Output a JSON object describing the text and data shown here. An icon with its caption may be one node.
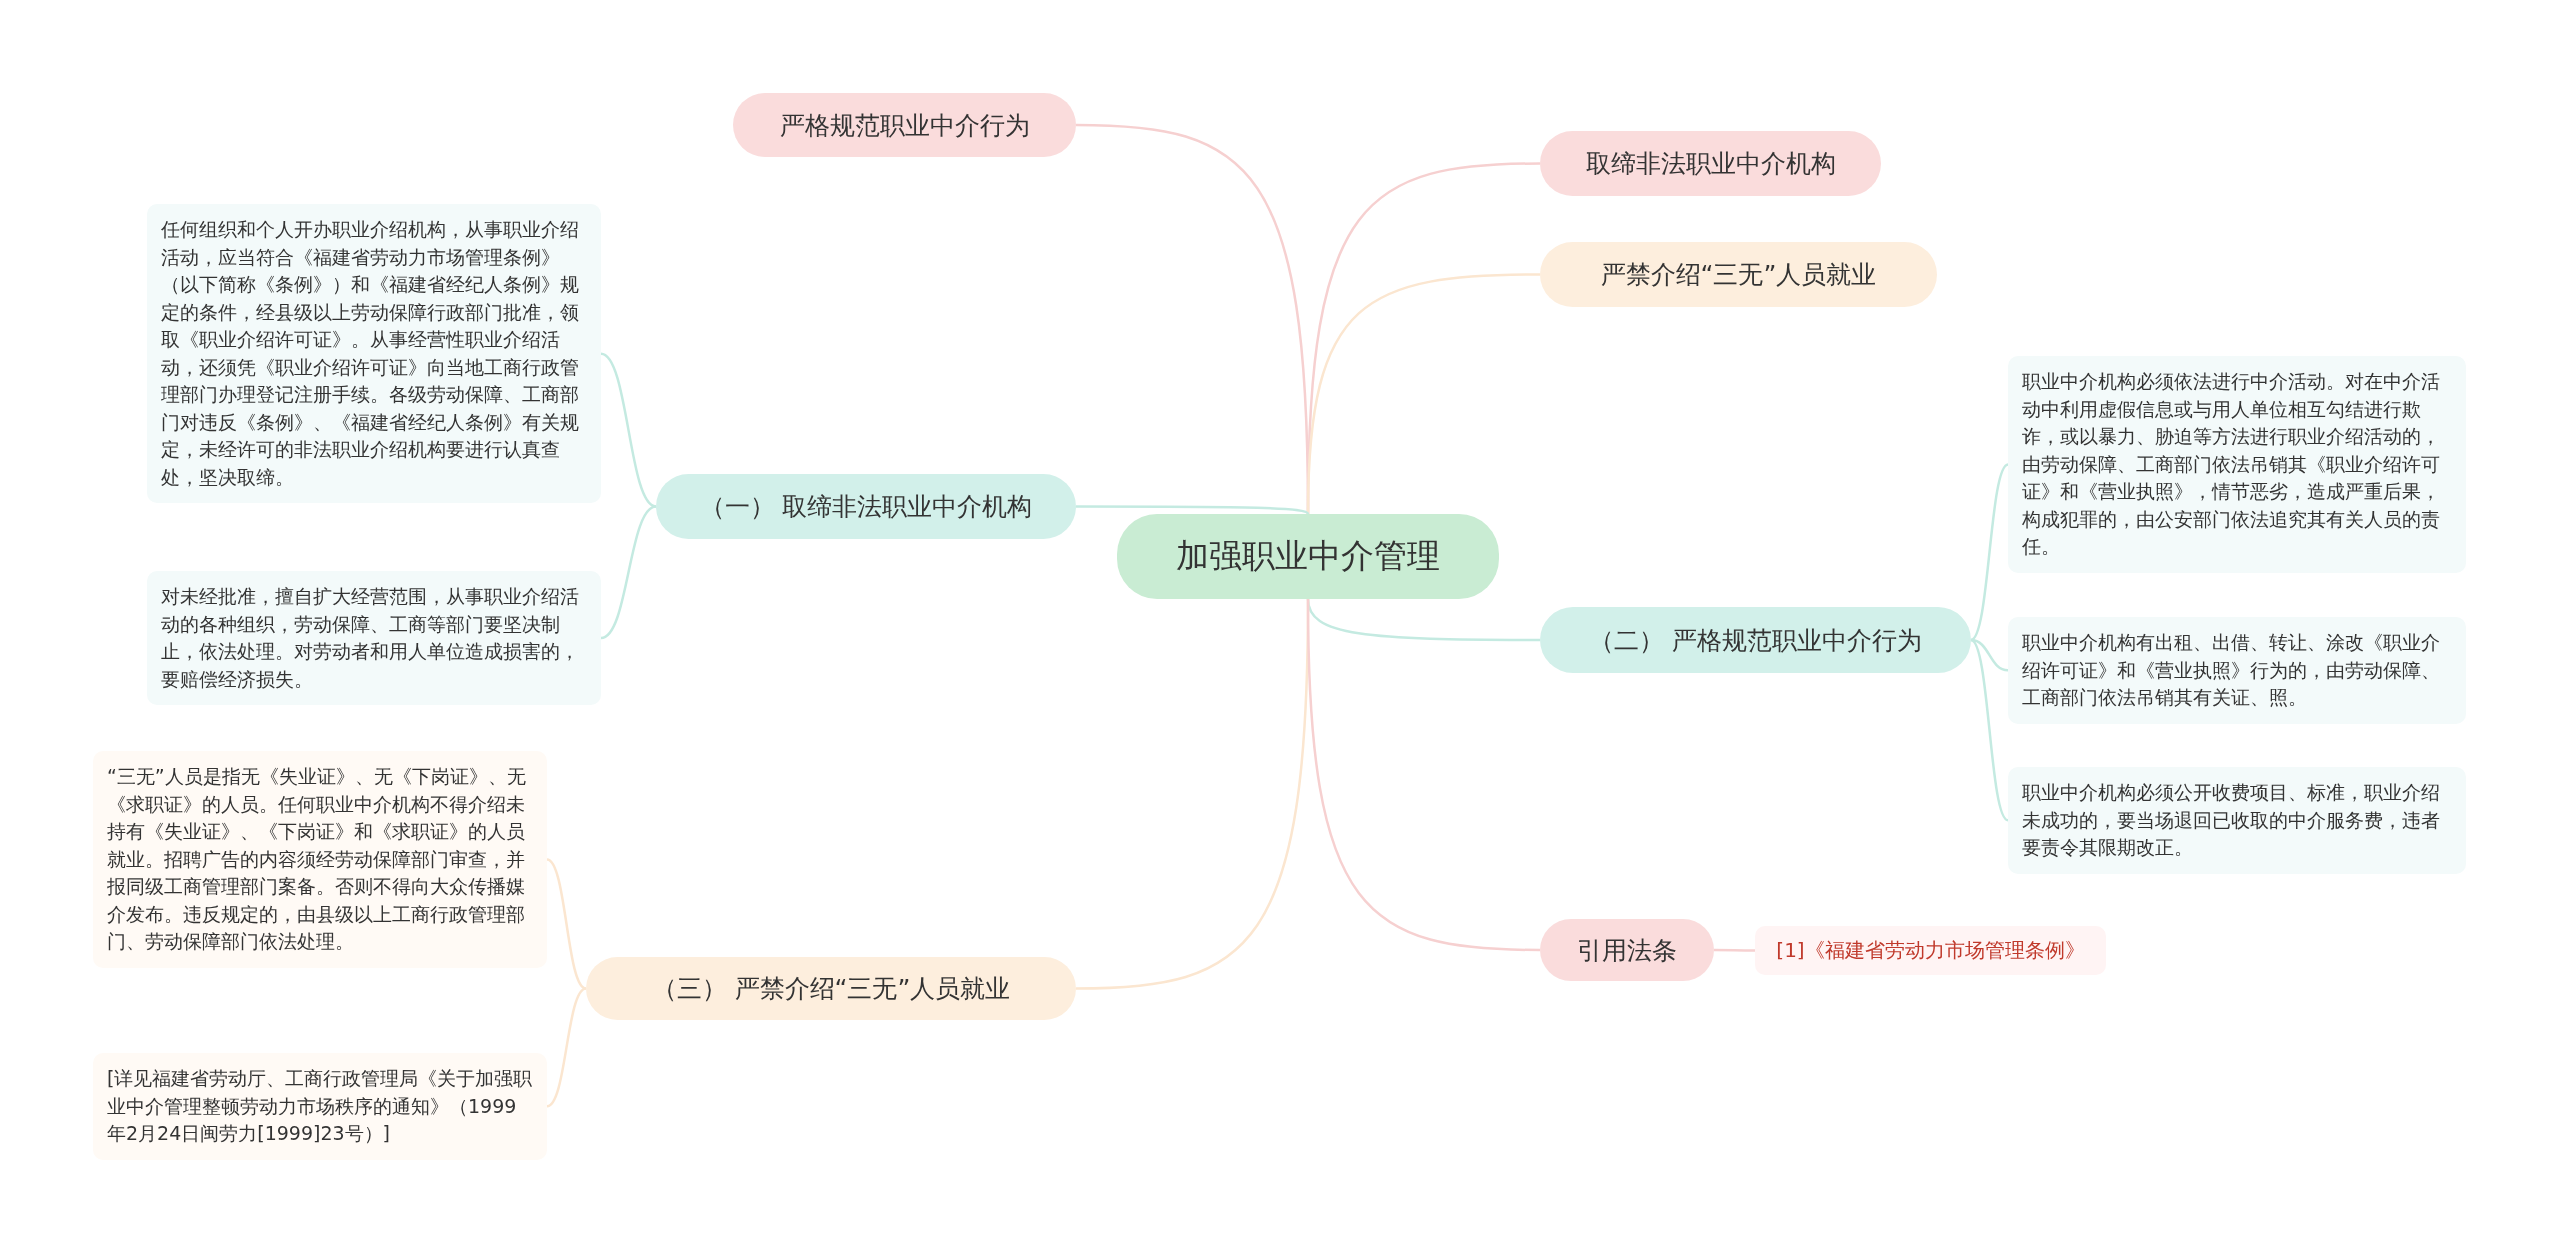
{
  "diagram": {
    "nodes": [
      {
        "text": [
          "加强职业中介管理"
        ]
      },
      {
        "text": [
          "严格规范职业中介行为"
        ]
      },
      {
        "text": [
          "取缔非法职业中介机构"
        ]
      },
      {
        "text": [
          "严禁介绍“三无”人员就业"
        ]
      },
      {
        "text": [
          "（一） 取缔非法职业中介机构"
        ]
      },
      {
        "text": [
          "任何组织和个人开办职业介绍机构，从事职业介绍活动，应当符合《福建省劳动力市场管理条例》（以下简称《条例》）和《福建省经纪人条例》规定的条件，经县级以上劳动保障行政部门批准，领取《职业介绍许可证》。从事经营性职业介绍活动，还须凭《职业介绍许可证》向当地工商行政管理部门办理登记注册手续。各级劳动保障、工商部门对违反《条例》、《福建省经纪人条例》有关规定，未经许可的非法职业介绍机构要进行认真查处，坚决取缔。"
        ]
      },
      {
        "text": [
          "对未经批准，擅自扩大经营范围，从事职业介绍活动的各种组织，劳动保障、工商等部门要坚决制止，依法处理。对劳动者和用人单位造成损害的，要赔偿经济损失。"
        ]
      },
      {
        "text": [
          "（二） 严格规范职业中介行为"
        ]
      },
      {
        "text": [
          "职业中介机构必须依法进行中介活动。对在中介活动中利用虚假信息或与用人单位相互勾结进行欺诈，或以暴力、胁迫等方法进行职业介绍活动的，由劳动保障、工商部门依法吊销其《职业介绍许可证》和《营业执照》，情节恶劣，造成严重后果，构成犯罪的，由公安部门依法追究其有关人员的责任。"
        ]
      },
      {
        "text": [
          "职业中介机构有出租、出借、转让、涂改《职业介绍许可证》和《营业执照》行为的，由劳动保障、工商部门依法吊销其有关证、照。"
        ]
      },
      {
        "text": [
          "职业中介机构必须公开收费项目、标准，职业介绍未成功的，要当场退回已收取的中介服务费，违者要责令其限期改正。"
        ]
      },
      {
        "text": [
          "（三） 严禁介绍“三无”人员就业"
        ]
      },
      {
        "text": [
          "“三无”人员是指无《失业证》、无《下岗证》、无《求职证》的人员。任何职业中介机构不得介绍未持有《失业证》、《下岗证》和《求职证》的人员就业。招聘广告的内容须经劳动保障部门审查，并报同级工商管理部门案备。否则不得向大众传播媒介发布。违反规定的，由县级以上工商行政管理部门、劳动保障部门依法处理。"
        ]
      },
      {
        "text": [
          "[详见福建省劳动厅、工商行政管理局《关于加强职业中介管理整顿劳动力市场秩序的通知》（1999年2月24日闽劳力[1999]23号）]"
        ]
      },
      {
        "text": [
          "引用法条"
        ]
      },
      {
        "text": [
          "[1]《福建省劳动力市场管理条例》"
        ]
      }
    ],
    "edges": [
      {
        "from": 0,
        "to": 1,
        "arrow": "none",
        "color": "#f6d0d0"
      },
      {
        "from": 0,
        "to": 2,
        "arrow": "none",
        "color": "#f6d0d0"
      },
      {
        "from": 0,
        "to": 3,
        "arrow": "none",
        "color": "#fbe6d0"
      },
      {
        "from": 0,
        "to": 4,
        "arrow": "none"
      },
      {
        "from": 4,
        "to": 5,
        "arrow": "none"
      },
      {
        "from": 4,
        "to": 6,
        "arrow": "none"
      },
      {
        "from": 0,
        "to": 7,
        "arrow": "none"
      },
      {
        "from": 7,
        "to": 8,
        "arrow": "none"
      },
      {
        "from": 7,
        "to": 9,
        "arrow": "none"
      },
      {
        "from": 7,
        "to": 10,
        "arrow": "none"
      },
      {
        "from": 0,
        "to": 11,
        "arrow": "none",
        "color": "#fbe6d0"
      },
      {
        "from": 11,
        "to": 12,
        "arrow": "none",
        "color": "#fbe6d0"
      },
      {
        "from": 11,
        "to": 13,
        "arrow": "none",
        "color": "#fbe6d0"
      },
      {
        "from": 0,
        "to": 14,
        "arrow": "none",
        "color": "#f6d0d0"
      },
      {
        "from": 14,
        "to": 15,
        "arrow": "none",
        "color": "#f6d0d0"
      }
    ]
  }
}
